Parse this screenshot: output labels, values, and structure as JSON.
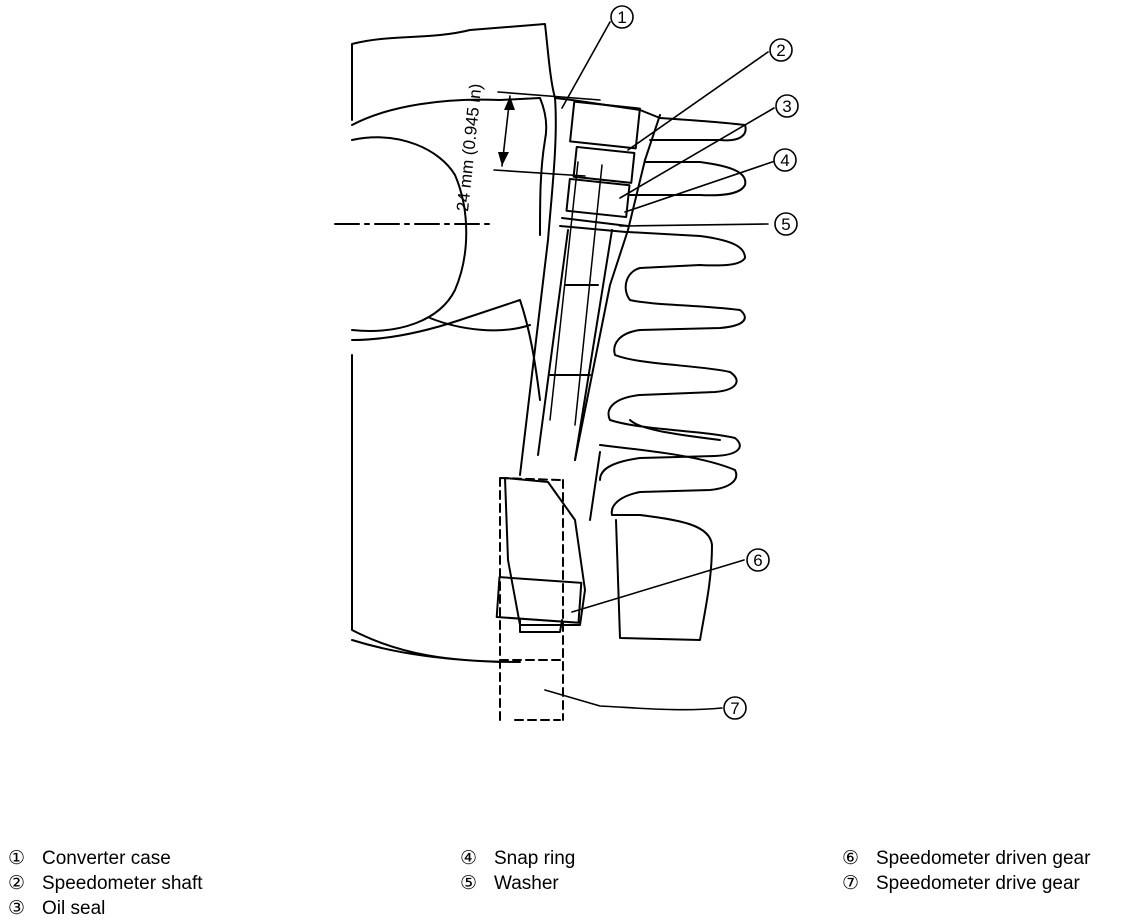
{
  "dimension": {
    "label": "24 mm (0.945 in)"
  },
  "callouts": [
    {
      "num": "1",
      "glyph": "①"
    },
    {
      "num": "2",
      "glyph": "②"
    },
    {
      "num": "3",
      "glyph": "③"
    },
    {
      "num": "4",
      "glyph": "④"
    },
    {
      "num": "5",
      "glyph": "⑤"
    },
    {
      "num": "6",
      "glyph": "⑥"
    },
    {
      "num": "7",
      "glyph": "⑦"
    }
  ],
  "legend": [
    {
      "glyph": "①",
      "label": "Converter case"
    },
    {
      "glyph": "②",
      "label": "Speedometer shaft"
    },
    {
      "glyph": "③",
      "label": "Oil seal"
    },
    {
      "glyph": "④",
      "label": "Snap ring"
    },
    {
      "glyph": "⑤",
      "label": "Washer"
    },
    {
      "glyph": "⑥",
      "label": "Speedometer driven gear"
    },
    {
      "glyph": "⑦",
      "label": "Speedometer drive gear"
    }
  ]
}
